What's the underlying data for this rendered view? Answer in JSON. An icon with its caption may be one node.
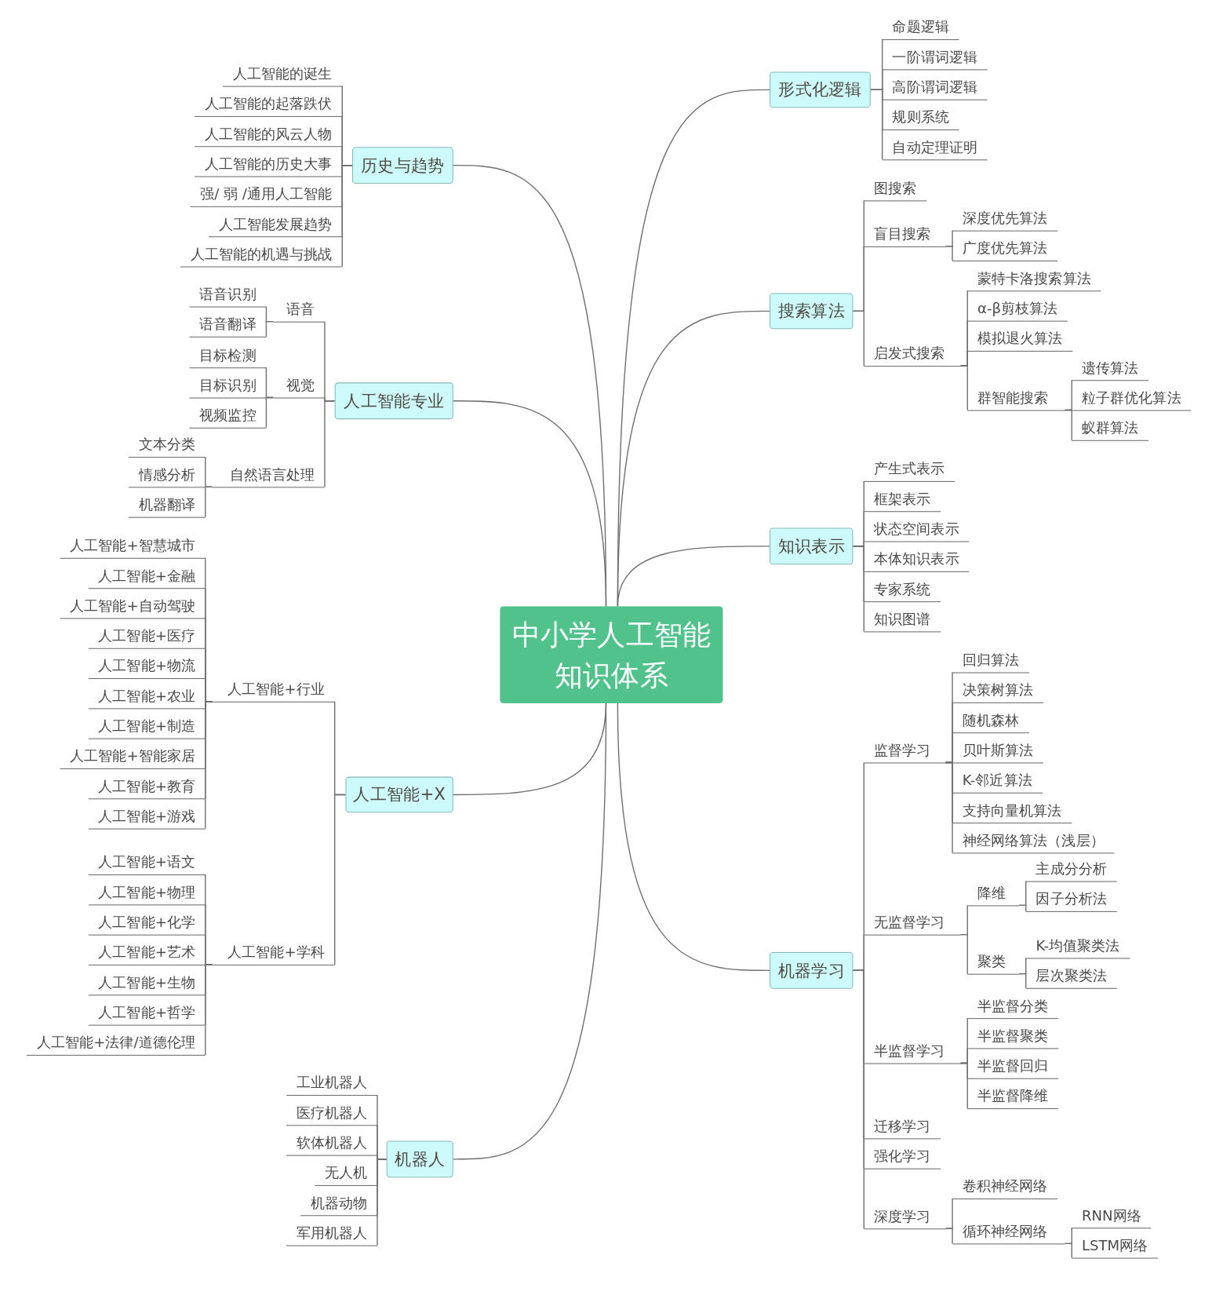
{
  "diagram": {
    "nodes": [
      {
        "text": [
          "中小学人工智能知识体系"
        ]
      },
      {
        "text": [
          "历史与趋势"
        ]
      },
      {
        "text": [
          "人工智能的诞生"
        ]
      },
      {
        "text": [
          "人工智能的起落跌伏"
        ]
      },
      {
        "text": [
          "人工智能的风云人物"
        ]
      },
      {
        "text": [
          "人工智能的历史大事"
        ]
      },
      {
        "text": [
          "强/ 弱 /通用人工智能"
        ]
      },
      {
        "text": [
          "人工智能发展趋势"
        ]
      },
      {
        "text": [
          "人工智能的机遇与挑战"
        ]
      },
      {
        "text": [
          "人工智能专业"
        ]
      },
      {
        "text": [
          "语音"
        ]
      },
      {
        "text": [
          "语音识别"
        ]
      },
      {
        "text": [
          "语音翻译"
        ]
      },
      {
        "text": [
          "视觉"
        ]
      },
      {
        "text": [
          "目标检测"
        ]
      },
      {
        "text": [
          "目标识别"
        ]
      },
      {
        "text": [
          "视频监控"
        ]
      },
      {
        "text": [
          "自然语言处理"
        ]
      },
      {
        "text": [
          "文本分类"
        ]
      },
      {
        "text": [
          "情感分析"
        ]
      },
      {
        "text": [
          "机器翻译"
        ]
      },
      {
        "text": [
          "人工智能+X"
        ]
      },
      {
        "text": [
          "人工智能+行业"
        ]
      },
      {
        "text": [
          "人工智能+智慧城市"
        ]
      },
      {
        "text": [
          "人工智能+金融"
        ]
      },
      {
        "text": [
          "人工智能+自动驾驶"
        ]
      },
      {
        "text": [
          "人工智能+医疗"
        ]
      },
      {
        "text": [
          "人工智能+物流"
        ]
      },
      {
        "text": [
          "人工智能+农业"
        ]
      },
      {
        "text": [
          "人工智能+制造"
        ]
      },
      {
        "text": [
          "人工智能+智能家居"
        ]
      },
      {
        "text": [
          "人工智能+教育"
        ]
      },
      {
        "text": [
          "人工智能+游戏"
        ]
      },
      {
        "text": [
          "人工智能+学科"
        ]
      },
      {
        "text": [
          "人工智能+语文"
        ]
      },
      {
        "text": [
          "人工智能+物理"
        ]
      },
      {
        "text": [
          "人工智能+化学"
        ]
      },
      {
        "text": [
          "人工智能+艺术"
        ]
      },
      {
        "text": [
          "人工智能+生物"
        ]
      },
      {
        "text": [
          "人工智能+哲学"
        ]
      },
      {
        "text": [
          "人工智能+法律/道德伦理"
        ]
      },
      {
        "text": [
          "机器人"
        ]
      },
      {
        "text": [
          "工业机器人"
        ]
      },
      {
        "text": [
          "医疗机器人"
        ]
      },
      {
        "text": [
          "软体机器人"
        ]
      },
      {
        "text": [
          "无人机"
        ]
      },
      {
        "text": [
          "机器动物"
        ]
      },
      {
        "text": [
          "军用机器人"
        ]
      },
      {
        "text": [
          "形式化逻辑"
        ]
      },
      {
        "text": [
          "命题逻辑"
        ]
      },
      {
        "text": [
          "一阶谓词逻辑"
        ]
      },
      {
        "text": [
          "高阶谓词逻辑"
        ]
      },
      {
        "text": [
          "规则系统"
        ]
      },
      {
        "text": [
          "自动定理证明"
        ]
      },
      {
        "text": [
          "搜索算法"
        ]
      },
      {
        "text": [
          "图搜索"
        ]
      },
      {
        "text": [
          "盲目搜索"
        ]
      },
      {
        "text": [
          "深度优先算法"
        ]
      },
      {
        "text": [
          "广度优先算法"
        ]
      },
      {
        "text": [
          "启发式搜索"
        ]
      },
      {
        "text": [
          "蒙特卡洛搜索算法"
        ]
      },
      {
        "text": [
          "α-β剪枝算法"
        ]
      },
      {
        "text": [
          "模拟退火算法"
        ]
      },
      {
        "text": [
          "群智能搜索"
        ]
      },
      {
        "text": [
          "遗传算法"
        ]
      },
      {
        "text": [
          "粒子群优化算法"
        ]
      },
      {
        "text": [
          "蚁群算法"
        ]
      },
      {
        "text": [
          "知识表示"
        ]
      },
      {
        "text": [
          "产生式表示"
        ]
      },
      {
        "text": [
          "框架表示"
        ]
      },
      {
        "text": [
          "状态空间表示"
        ]
      },
      {
        "text": [
          "本体知识表示"
        ]
      },
      {
        "text": [
          "专家系统"
        ]
      },
      {
        "text": [
          "知识图谱"
        ]
      },
      {
        "text": [
          "机器学习"
        ]
      },
      {
        "text": [
          "监督学习"
        ]
      },
      {
        "text": [
          "回归算法"
        ]
      },
      {
        "text": [
          "决策树算法"
        ]
      },
      {
        "text": [
          "随机森林"
        ]
      },
      {
        "text": [
          "贝叶斯算法"
        ]
      },
      {
        "text": [
          "K-邻近算法"
        ]
      },
      {
        "text": [
          "支持向量机算法"
        ]
      },
      {
        "text": [
          "神经网络算法（浅层）"
        ]
      },
      {
        "text": [
          "无监督学习"
        ]
      },
      {
        "text": [
          "降维"
        ]
      },
      {
        "text": [
          "主成分分析"
        ]
      },
      {
        "text": [
          "因子分析法"
        ]
      },
      {
        "text": [
          "聚类"
        ]
      },
      {
        "text": [
          "K-均值聚类法"
        ]
      },
      {
        "text": [
          "层次聚类法"
        ]
      },
      {
        "text": [
          "半监督学习"
        ]
      },
      {
        "text": [
          "半监督分类"
        ]
      },
      {
        "text": [
          "半监督聚类"
        ]
      },
      {
        "text": [
          "半监督回归"
        ]
      },
      {
        "text": [
          "半监督降维"
        ]
      },
      {
        "text": [
          "迁移学习"
        ]
      },
      {
        "text": [
          "强化学习"
        ]
      },
      {
        "text": [
          "深度学习"
        ]
      },
      {
        "text": [
          "卷积神经网络"
        ]
      },
      {
        "text": [
          "循环神经网络"
        ]
      },
      {
        "text": [
          "RNN网络"
        ]
      },
      {
        "text": [
          "LSTM网络"
        ]
      }
    ],
    "edges": [
      {
        "from": 0,
        "to": 1,
        "arrow": "none"
      },
      {
        "from": 0,
        "to": 9,
        "arrow": "none"
      },
      {
        "from": 0,
        "to": 21,
        "arrow": "none"
      },
      {
        "from": 0,
        "to": 41,
        "arrow": "none"
      },
      {
        "from": 0,
        "to": 48,
        "arrow": "none"
      },
      {
        "from": 0,
        "to": 54,
        "arrow": "none"
      },
      {
        "from": 0,
        "to": 67,
        "arrow": "none"
      },
      {
        "from": 0,
        "to": 74,
        "arrow": "none"
      },
      {
        "from": 1,
        "to": 2,
        "arrow": "none"
      },
      {
        "from": 1,
        "to": 3,
        "arrow": "none"
      },
      {
        "from": 1,
        "to": 4,
        "arrow": "none"
      },
      {
        "from": 1,
        "to": 5,
        "arrow": "none"
      },
      {
        "from": 1,
        "to": 6,
        "arrow": "none"
      },
      {
        "from": 1,
        "to": 7,
        "arrow": "none"
      },
      {
        "from": 1,
        "to": 8,
        "arrow": "none"
      },
      {
        "from": 9,
        "to": 10,
        "arrow": "none"
      },
      {
        "from": 9,
        "to": 13,
        "arrow": "none"
      },
      {
        "from": 9,
        "to": 17,
        "arrow": "none"
      },
      {
        "from": 10,
        "to": 11,
        "arrow": "none"
      },
      {
        "from": 10,
        "to": 12,
        "arrow": "none"
      },
      {
        "from": 13,
        "to": 14,
        "arrow": "none"
      },
      {
        "from": 13,
        "to": 15,
        "arrow": "none"
      },
      {
        "from": 13,
        "to": 16,
        "arrow": "none"
      },
      {
        "from": 17,
        "to": 18,
        "arrow": "none"
      },
      {
        "from": 17,
        "to": 19,
        "arrow": "none"
      },
      {
        "from": 17,
        "to": 20,
        "arrow": "none"
      },
      {
        "from": 21,
        "to": 22,
        "arrow": "none"
      },
      {
        "from": 21,
        "to": 33,
        "arrow": "none"
      },
      {
        "from": 22,
        "to": 23,
        "arrow": "none"
      },
      {
        "from": 22,
        "to": 24,
        "arrow": "none"
      },
      {
        "from": 22,
        "to": 25,
        "arrow": "none"
      },
      {
        "from": 22,
        "to": 26,
        "arrow": "none"
      },
      {
        "from": 22,
        "to": 27,
        "arrow": "none"
      },
      {
        "from": 22,
        "to": 28,
        "arrow": "none"
      },
      {
        "from": 22,
        "to": 29,
        "arrow": "none"
      },
      {
        "from": 22,
        "to": 30,
        "arrow": "none"
      },
      {
        "from": 22,
        "to": 31,
        "arrow": "none"
      },
      {
        "from": 22,
        "to": 32,
        "arrow": "none"
      },
      {
        "from": 33,
        "to": 34,
        "arrow": "none"
      },
      {
        "from": 33,
        "to": 35,
        "arrow": "none"
      },
      {
        "from": 33,
        "to": 36,
        "arrow": "none"
      },
      {
        "from": 33,
        "to": 37,
        "arrow": "none"
      },
      {
        "from": 33,
        "to": 38,
        "arrow": "none"
      },
      {
        "from": 33,
        "to": 39,
        "arrow": "none"
      },
      {
        "from": 33,
        "to": 40,
        "arrow": "none"
      },
      {
        "from": 41,
        "to": 42,
        "arrow": "none"
      },
      {
        "from": 41,
        "to": 43,
        "arrow": "none"
      },
      {
        "from": 41,
        "to": 44,
        "arrow": "none"
      },
      {
        "from": 41,
        "to": 45,
        "arrow": "none"
      },
      {
        "from": 41,
        "to": 46,
        "arrow": "none"
      },
      {
        "from": 41,
        "to": 47,
        "arrow": "none"
      },
      {
        "from": 48,
        "to": 49,
        "arrow": "none"
      },
      {
        "from": 48,
        "to": 50,
        "arrow": "none"
      },
      {
        "from": 48,
        "to": 51,
        "arrow": "none"
      },
      {
        "from": 48,
        "to": 52,
        "arrow": "none"
      },
      {
        "from": 48,
        "to": 53,
        "arrow": "none"
      },
      {
        "from": 54,
        "to": 55,
        "arrow": "none"
      },
      {
        "from": 54,
        "to": 56,
        "arrow": "none"
      },
      {
        "from": 54,
        "to": 59,
        "arrow": "none"
      },
      {
        "from": 56,
        "to": 57,
        "arrow": "none"
      },
      {
        "from": 56,
        "to": 58,
        "arrow": "none"
      },
      {
        "from": 59,
        "to": 60,
        "arrow": "none"
      },
      {
        "from": 59,
        "to": 61,
        "arrow": "none"
      },
      {
        "from": 59,
        "to": 62,
        "arrow": "none"
      },
      {
        "from": 59,
        "to": 63,
        "arrow": "none"
      },
      {
        "from": 63,
        "to": 64,
        "arrow": "none"
      },
      {
        "from": 63,
        "to": 65,
        "arrow": "none"
      },
      {
        "from": 63,
        "to": 66,
        "arrow": "none"
      },
      {
        "from": 67,
        "to": 68,
        "arrow": "none"
      },
      {
        "from": 67,
        "to": 69,
        "arrow": "none"
      },
      {
        "from": 67,
        "to": 70,
        "arrow": "none"
      },
      {
        "from": 67,
        "to": 71,
        "arrow": "none"
      },
      {
        "from": 67,
        "to": 72,
        "arrow": "none"
      },
      {
        "from": 67,
        "to": 73,
        "arrow": "none"
      },
      {
        "from": 74,
        "to": 75,
        "arrow": "none"
      },
      {
        "from": 74,
        "to": 83,
        "arrow": "none"
      },
      {
        "from": 74,
        "to": 90,
        "arrow": "none"
      },
      {
        "from": 74,
        "to": 95,
        "arrow": "none"
      },
      {
        "from": 74,
        "to": 96,
        "arrow": "none"
      },
      {
        "from": 74,
        "to": 97,
        "arrow": "none"
      },
      {
        "from": 75,
        "to": 76,
        "arrow": "none"
      },
      {
        "from": 75,
        "to": 77,
        "arrow": "none"
      },
      {
        "from": 75,
        "to": 78,
        "arrow": "none"
      },
      {
        "from": 75,
        "to": 79,
        "arrow": "none"
      },
      {
        "from": 75,
        "to": 80,
        "arrow": "none"
      },
      {
        "from": 75,
        "to": 81,
        "arrow": "none"
      },
      {
        "from": 75,
        "to": 82,
        "arrow": "none"
      },
      {
        "from": 83,
        "to": 84,
        "arrow": "none"
      },
      {
        "from": 83,
        "to": 87,
        "arrow": "none"
      },
      {
        "from": 84,
        "to": 85,
        "arrow": "none"
      },
      {
        "from": 84,
        "to": 86,
        "arrow": "none"
      },
      {
        "from": 87,
        "to": 88,
        "arrow": "none"
      },
      {
        "from": 87,
        "to": 89,
        "arrow": "none"
      },
      {
        "from": 90,
        "to": 91,
        "arrow": "none"
      },
      {
        "from": 90,
        "to": 92,
        "arrow": "none"
      },
      {
        "from": 90,
        "to": 93,
        "arrow": "none"
      },
      {
        "from": 90,
        "to": 94,
        "arrow": "none"
      },
      {
        "from": 97,
        "to": 98,
        "arrow": "none"
      },
      {
        "from": 97,
        "to": 99,
        "arrow": "none"
      },
      {
        "from": 99,
        "to": 100,
        "arrow": "none"
      },
      {
        "from": 99,
        "to": 101,
        "arrow": "none"
      }
    ]
  }
}
